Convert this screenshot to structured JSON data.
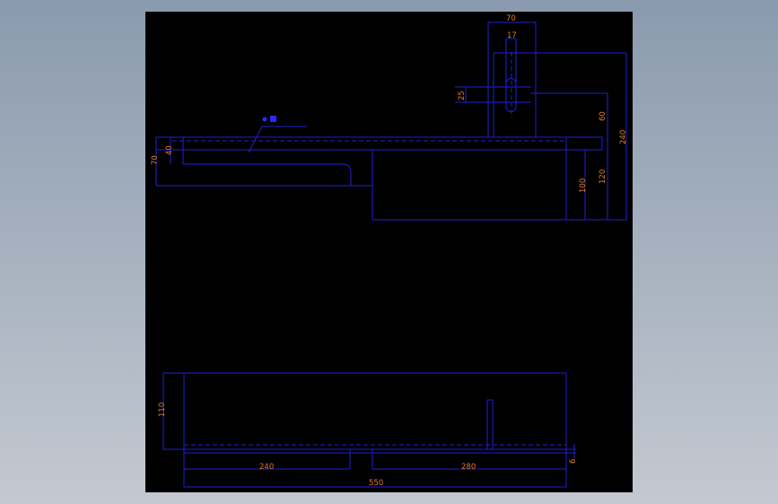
{
  "background": "#000000",
  "line_color": "#1f1fd6",
  "dimension_color": "#e07a28",
  "dimensions": {
    "top_width": "70",
    "slot_width": "17",
    "slot_height": "25",
    "bracket_offset": "60",
    "overall_height": "240",
    "plate_thickness": "40",
    "arm_height": "70",
    "block_height_inner": "100",
    "block_height_outer": "120",
    "base_height": "110",
    "left_length": "240",
    "right_length": "280",
    "base_thickness": "6",
    "total_length": "550"
  }
}
